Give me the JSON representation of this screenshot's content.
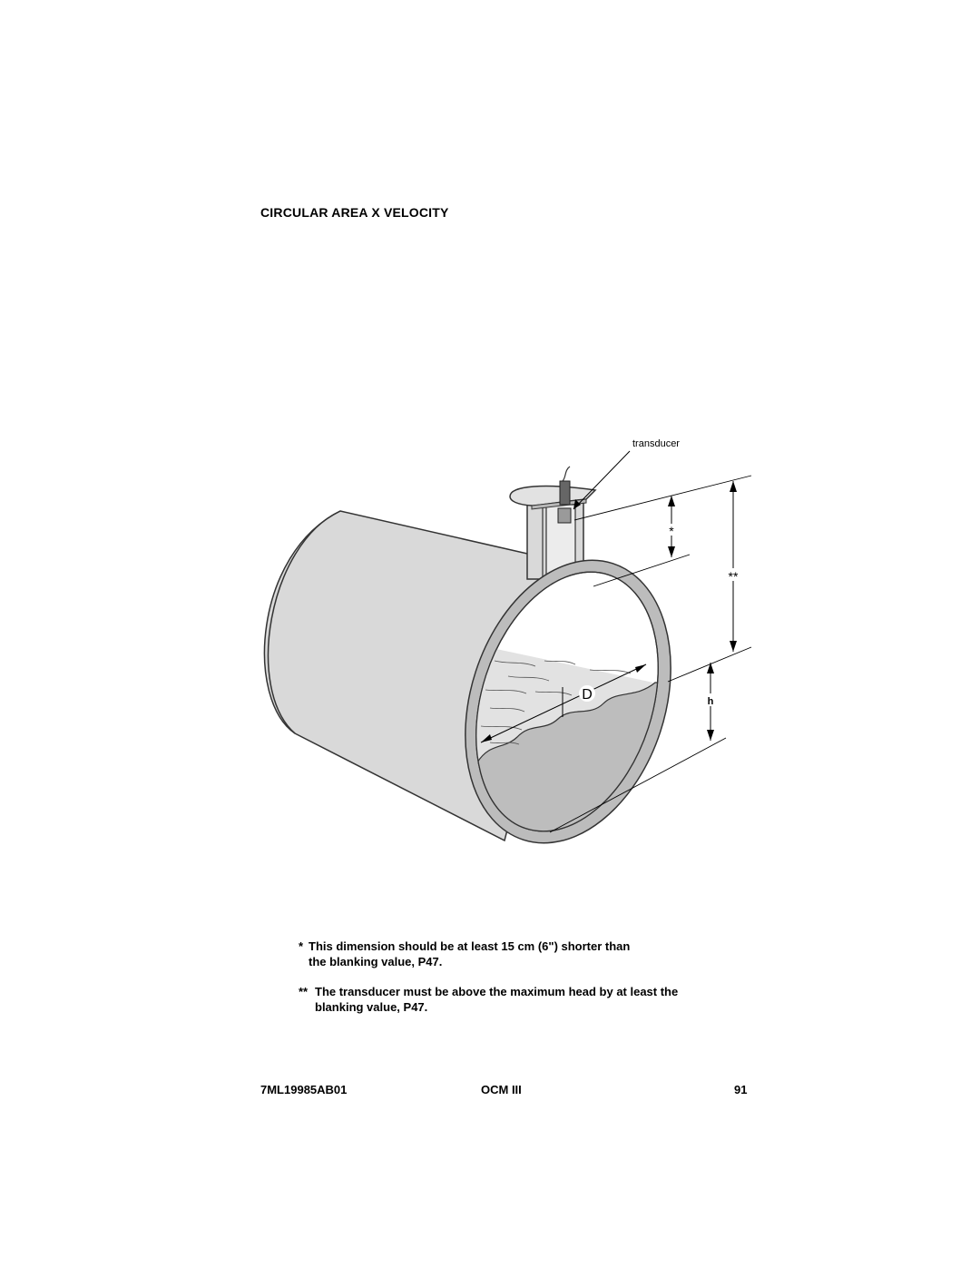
{
  "page": {
    "title": "CIRCULAR AREA X VELOCITY"
  },
  "figure": {
    "transducer_label": "transducer",
    "single_star_label": "*",
    "double_star_label": "**",
    "head_label": "h",
    "diameter_label": "D"
  },
  "notes": [
    {
      "marker": "*",
      "line1": "This dimension should be at least 15 cm (6\") shorter than",
      "line2": "the blanking value, P47."
    },
    {
      "marker": "**",
      "line1": "The transducer must be above the maximum head by at least the",
      "line2": "blanking value, P47."
    }
  ],
  "footer": {
    "doc_number": "7ML19985AB01",
    "product": "OCM III",
    "page_number": "91"
  }
}
